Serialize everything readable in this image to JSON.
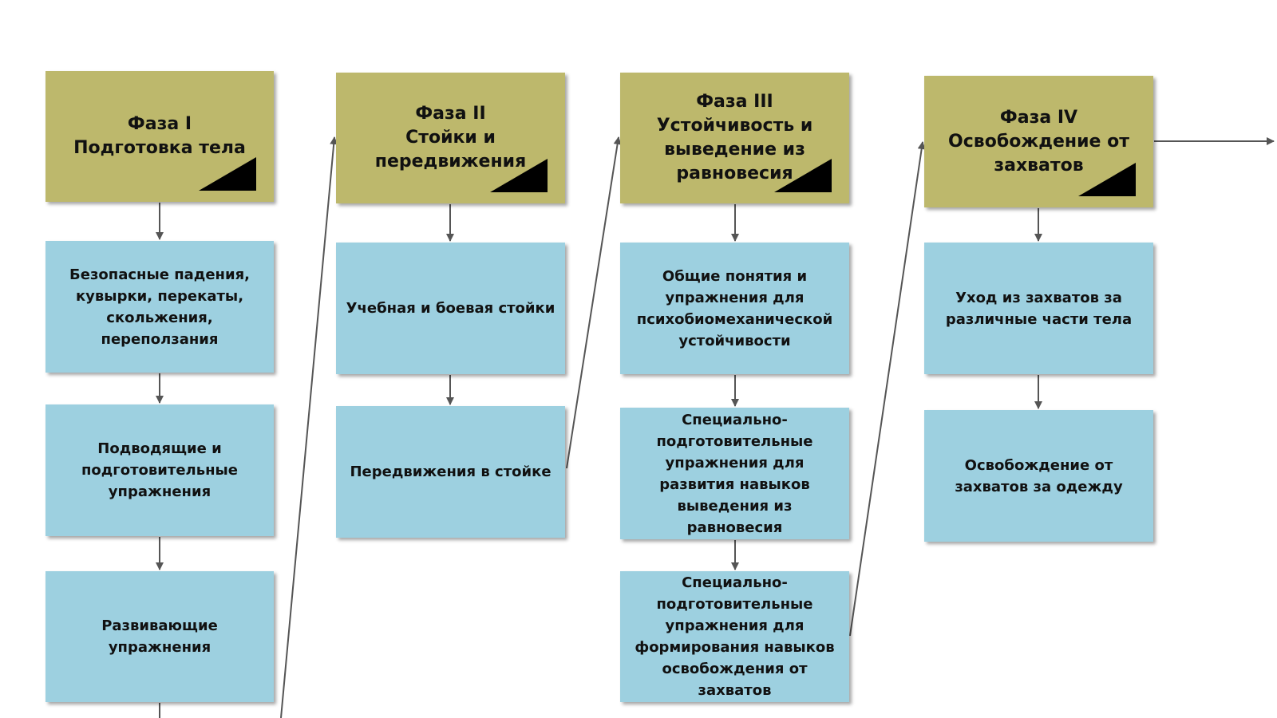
{
  "diagram": {
    "colors": {
      "phase_fill": "#bdb86c",
      "step_fill": "#9dd0e0",
      "connector": "#555555"
    },
    "phases": [
      {
        "title": "Фаза I\nПодготовка тела",
        "steps": [
          "Безопасные падения,\nкувырки, перекаты,\nскольжения,\nпереползания",
          "Подводящие и\nподготовительные\nупражнения",
          "Развивающие\nупражнения"
        ]
      },
      {
        "title": "Фаза II\nСтойки и\nпередвижения",
        "steps": [
          "Учебная и боевая стойки",
          "Передвижения в стойке"
        ]
      },
      {
        "title": "Фаза III\nУстойчивость и\nвыведение из\nравновесия",
        "steps": [
          "Общие понятия и\nупражнения для\nпсихобиомеханической\nустойчивости",
          "Специально-\nподготовительные\nупражнения для\nразвития навыков\nвыведения из\nравновесия",
          "Специально-\nподготовительные\nупражнения для\nформирования навыков\nосвобождения от\nзахватов"
        ]
      },
      {
        "title": "Фаза IV\nОсвобождение от\nзахватов",
        "steps": [
          "Уход из захватов за\nразличные части тела",
          "Освобождение от\nзахватов за одежду"
        ]
      }
    ]
  }
}
